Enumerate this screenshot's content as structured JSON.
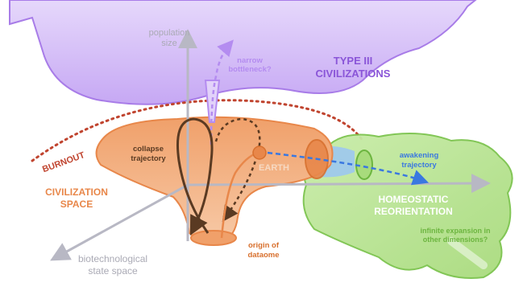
{
  "labels": {
    "population": [
      "population",
      "size"
    ],
    "narrow_bottleneck": [
      "narrow",
      "bottleneck?"
    ],
    "type_iii": [
      "TYPE III",
      "CIVILIZATIONS"
    ],
    "burnout": "BURNOUT",
    "collapse": [
      "collapse",
      "trajectory"
    ],
    "earth": "EARTH",
    "awakening": [
      "awakening",
      "trajectory"
    ],
    "civilization_space": [
      "CIVILIZATION",
      "SPACE"
    ],
    "homeostatic": [
      "HOMEOSTATIC",
      "REORIENTATION"
    ],
    "infinite": [
      "infinite expansion in",
      "other dimensions?"
    ],
    "origin": [
      "origin of",
      "dataome"
    ],
    "biotech": [
      "biotechnological",
      "state space"
    ]
  },
  "colors": {
    "purple": "#b48cf0",
    "purple_text": "#8a55d8",
    "orange": "#e8874a",
    "orange_text": "#d8702e",
    "burnout_red": "#c0442f",
    "dark_brown": "#5a3a22",
    "blue": "#3a78e0",
    "green_fill": "#b7e38f",
    "green_text": "#5fae3a",
    "axis_gray": "#b8b8c4"
  }
}
